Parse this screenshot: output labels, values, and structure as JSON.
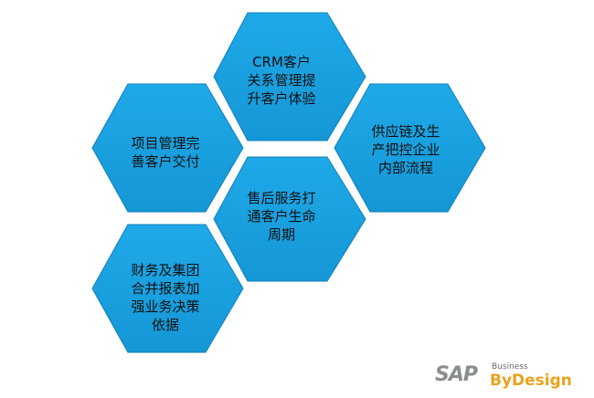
{
  "hexagons": {
    "crm": "CRM客户\n关系管理提\n升客户体验",
    "project": "项目管理完\n善客户交付",
    "supply": "供应链及生\n产把控企业\n内部流程",
    "service": "售后服务打\n通客户生命\n周期",
    "finance": "财务及集团\n合并报表加\n强业务决策\n依据"
  },
  "logo": {
    "brand": "SAP",
    "line1": "Business",
    "line2": "ByDesign"
  },
  "colors": {
    "hex_fill": "#19a3e3",
    "hex_edge": "#0f7fba",
    "logo_gray": "#8a8d8f",
    "logo_orange": "#e6a31c"
  }
}
